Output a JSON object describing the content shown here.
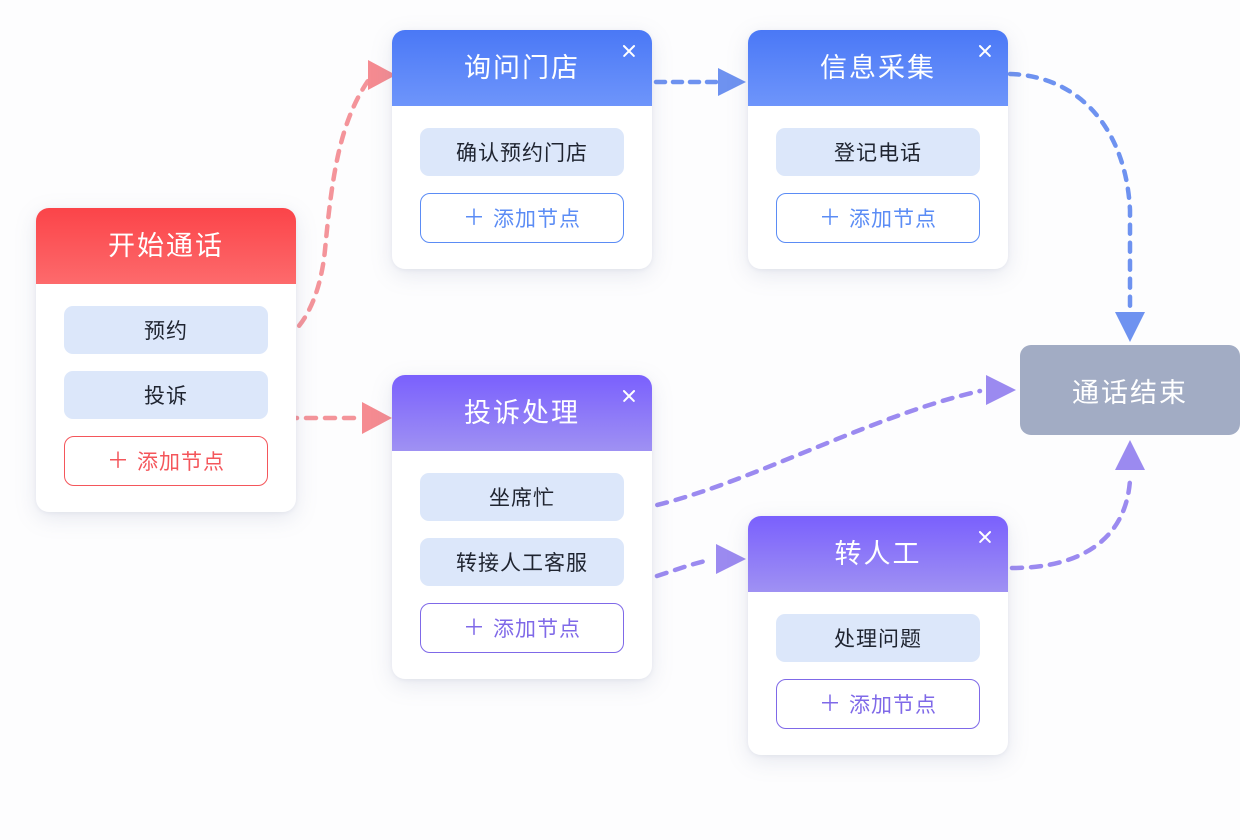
{
  "canvas": {
    "background": "#fdfdfe",
    "title": "call flow editor canvas"
  },
  "palette": {
    "start_red_top": "#fb4449",
    "start_red_bottom": "#fd6a6c",
    "blue_top": "#4a78f6",
    "blue_bottom": "#6e95fb",
    "purple_top": "#7a60fd",
    "purple_bottom": "#9f91f3",
    "end_gray": "#a2acc4",
    "chip_bg": "#dce7fa",
    "edge_red": "#f4949a",
    "edge_blue": "#6e92f0",
    "edge_purple": "#9b8af0"
  },
  "nodes": {
    "start": {
      "title": "开始通话",
      "has_close": false,
      "close_label": "×",
      "options": [
        "预约",
        "投诉"
      ],
      "add_button": {
        "plus": "＋",
        "label": "添加节点"
      }
    },
    "store": {
      "title": "询问门店",
      "has_close": true,
      "close_label": "×",
      "options": [
        "确认预约门店"
      ],
      "add_button": {
        "plus": "＋",
        "label": "添加节点"
      }
    },
    "info": {
      "title": "信息采集",
      "has_close": true,
      "close_label": "×",
      "options": [
        "登记电话"
      ],
      "add_button": {
        "plus": "＋",
        "label": "添加节点"
      }
    },
    "complaint": {
      "title": "投诉处理",
      "has_close": true,
      "close_label": "×",
      "options": [
        "坐席忙",
        "转接人工客服"
      ],
      "add_button": {
        "plus": "＋",
        "label": "添加节点"
      }
    },
    "human": {
      "title": "转人工",
      "has_close": true,
      "close_label": "×",
      "options": [
        "处理问题"
      ],
      "add_button": {
        "plus": "＋",
        "label": "添加节点"
      }
    },
    "end": {
      "title": "通话结束"
    }
  },
  "edges": [
    {
      "id": "start-yuyue-to-store",
      "from": "start.预约",
      "to": "store",
      "color": "#f4949a",
      "style": "dashed-curve"
    },
    {
      "id": "start-tousu-to-complaint",
      "from": "start.投诉",
      "to": "complaint",
      "color": "#f4949a",
      "style": "dashed-straight"
    },
    {
      "id": "store-to-info",
      "from": "store",
      "to": "info",
      "color": "#6e92f0",
      "style": "dashed-straight"
    },
    {
      "id": "info-to-end",
      "from": "info",
      "to": "end",
      "color": "#6e92f0",
      "style": "dashed-curve"
    },
    {
      "id": "complaint-busy-to-end",
      "from": "complaint.坐席忙",
      "to": "end",
      "color": "#9b8af0",
      "style": "dashed-curve"
    },
    {
      "id": "complaint-transfer-to-human",
      "from": "complaint.转接人工客服",
      "to": "human",
      "color": "#9b8af0",
      "style": "dashed-curve"
    },
    {
      "id": "human-to-end",
      "from": "human",
      "to": "end",
      "color": "#9b8af0",
      "style": "dashed-curve"
    }
  ]
}
